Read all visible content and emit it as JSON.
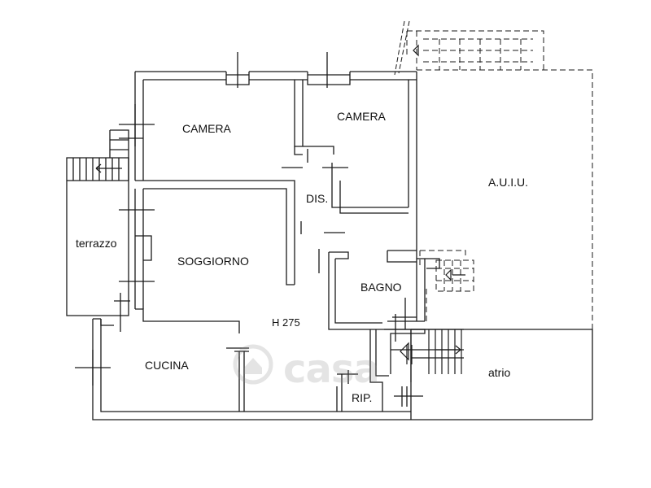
{
  "rooms": {
    "camera_left": "CAMERA",
    "camera_right": "CAMERA",
    "auiu": "A.U.I.U.",
    "dis": "DIS.",
    "terrazzo": "terrazzo",
    "soggiorno": "SOGGIORNO",
    "bagno": "BAGNO",
    "height": "H 275",
    "cucina": "CUCINA",
    "atrio": "atrio",
    "rip": "RIP."
  },
  "watermark": {
    "text": "casa"
  },
  "colors": {
    "wall": "#1a1a1a",
    "background": "#ffffff",
    "watermark": "#8a8a8a"
  }
}
